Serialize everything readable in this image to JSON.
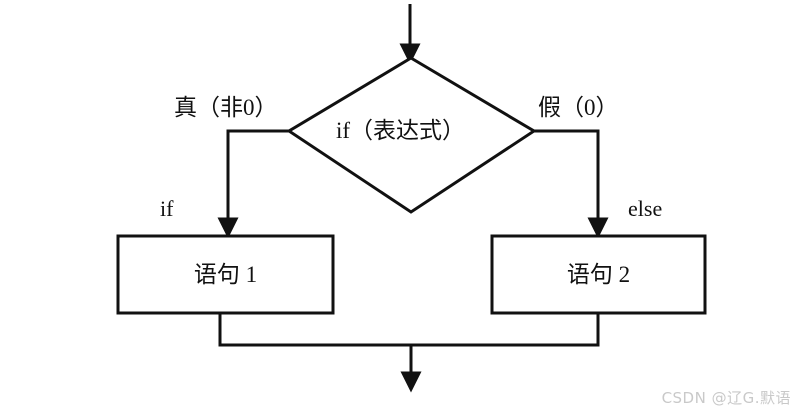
{
  "diagram": {
    "type": "flowchart",
    "title": "if-else selection structure flowchart",
    "background_color": "#ffffff",
    "stroke_color": "#111111",
    "nodes": {
      "decision": {
        "shape": "diamond",
        "label": "if（表达式）"
      },
      "true_branch_box": {
        "shape": "rectangle",
        "label": "语句 1"
      },
      "false_branch_box": {
        "shape": "rectangle",
        "label": "语句 2"
      }
    },
    "edge_labels": {
      "true_edge": "真（非0）",
      "false_edge": "假（0）",
      "if_keyword": "if",
      "else_keyword": "else"
    }
  },
  "watermark": {
    "text": "CSDN @辽G.默语"
  }
}
